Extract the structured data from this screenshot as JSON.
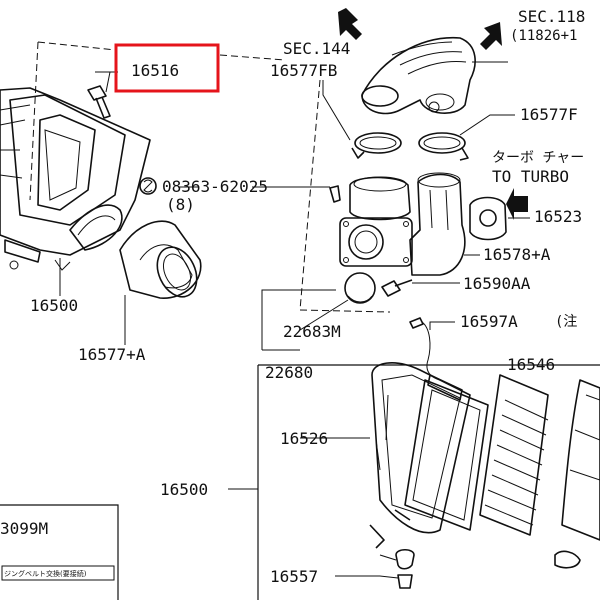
{
  "callouts": {
    "p16516": "16516",
    "sec144": "SEC.144",
    "p16577fb": "16577FB",
    "sec118": "SEC.118",
    "p11826": "(11826+1",
    "p16577f": "16577F",
    "turbo_jp": "ターボ チャー",
    "to_turbo": "TO TURBO",
    "p16523": "16523",
    "bolt": "08363-62025",
    "bolt_qty": "(8)",
    "p16578a": "16578+A",
    "p16590aa": "16590AA",
    "p16500_top": "16500",
    "p16577a": "16577+A",
    "p22683m": "22683M",
    "p22680": "22680",
    "p16597a": "16597A",
    "note": "(注",
    "p16546": "16546",
    "p16526": "16526",
    "p16500_bottom": "16500",
    "p16557": "16557",
    "p3099m": "3099M",
    "label_jp": "ジングベルト交換(要接続)"
  },
  "highlight_color": "#e5141b"
}
